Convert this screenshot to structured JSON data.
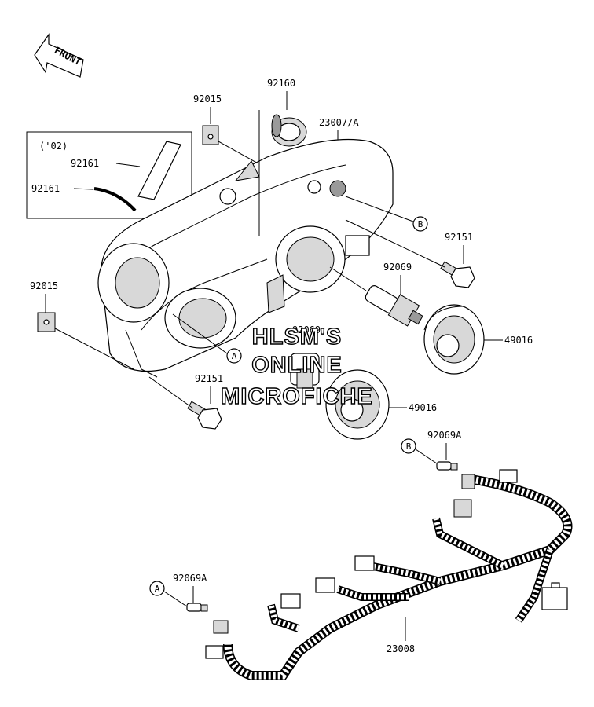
{
  "front_arrow": {
    "label": "FRONT"
  },
  "inset": {
    "year_label": "('02)"
  },
  "callouts": {
    "c92160": "92160",
    "c92015_top": "92015",
    "c23007": "23007/A",
    "c92161_a": "92161",
    "c92161_b": "92161",
    "c92015_left": "92015",
    "c92151_right": "92151",
    "c92069_right": "92069",
    "c49016_top": "49016",
    "c92069_mid": "92069",
    "c92151_left": "92151",
    "c49016_bottom": "49016",
    "c92069A_right": "92069A",
    "c92069A_left": "92069A",
    "c23008": "23008"
  },
  "reference_circles": {
    "a1": "A",
    "a2": "A",
    "b1": "B",
    "b2": "B"
  },
  "watermark": {
    "line1": "HLSM'S",
    "line2": "ONLINE",
    "line3": "MICROFICHE"
  }
}
